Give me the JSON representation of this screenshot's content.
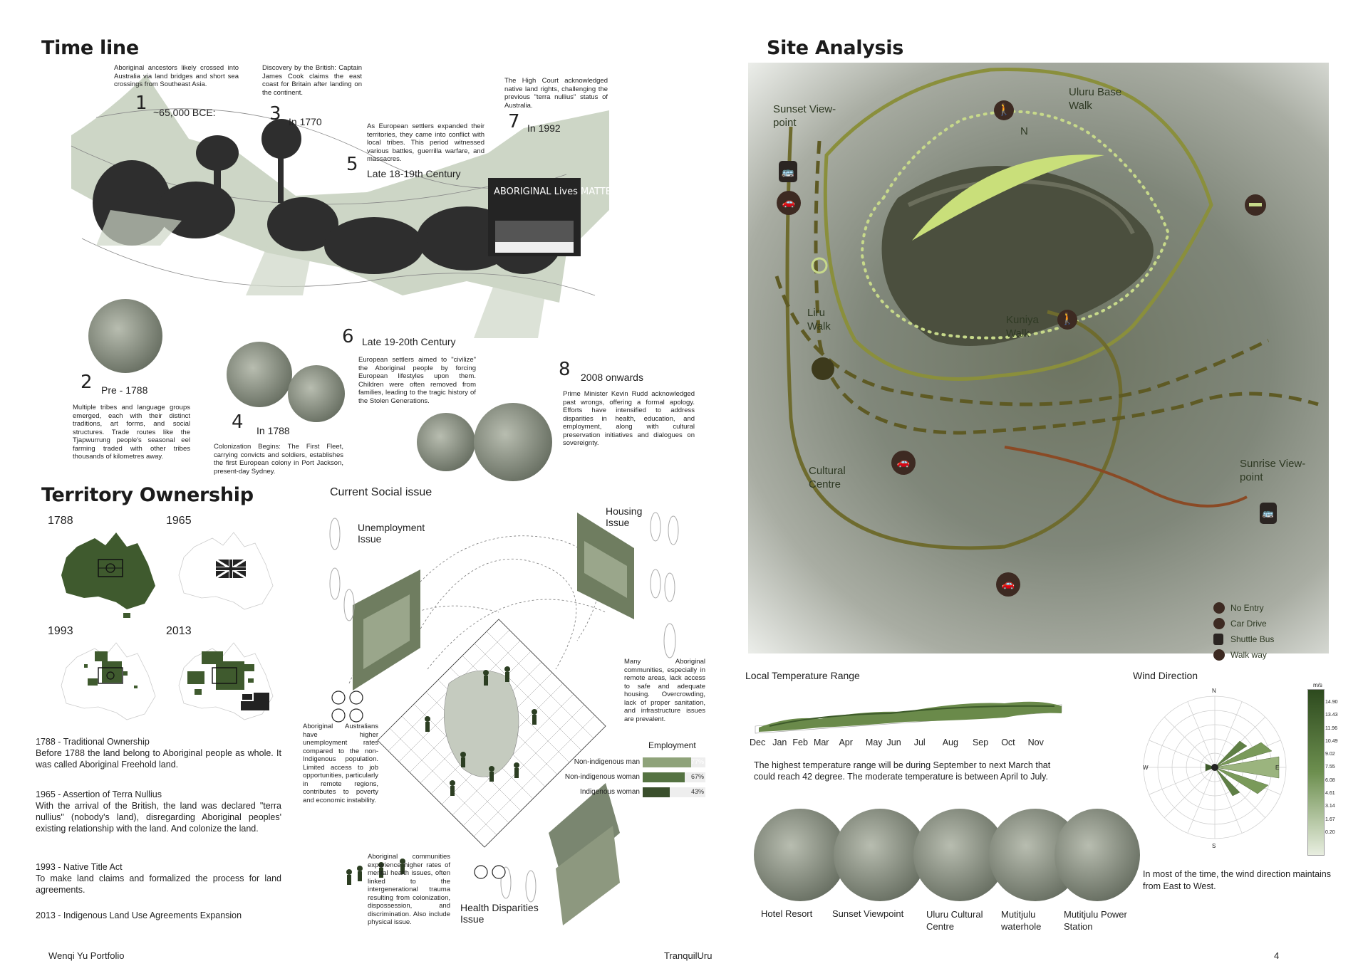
{
  "timeline": {
    "title": "Time line",
    "events": [
      {
        "num": "1",
        "era": "~65,000 BCE:",
        "text": "Aboriginal ancestors likely crossed into Australia via land bridges and short sea crossings from Southeast Asia."
      },
      {
        "num": "2",
        "era": "Pre - 1788",
        "text": "Multiple tribes and language groups emerged, each with their distinct traditions, art forms, and social structures. Trade routes like the Tjapwurrung people's seasonal eel farming traded with other tribes thousands of kilometres away."
      },
      {
        "num": "3",
        "era": "In 1770",
        "text": "Discovery by the British: Captain James Cook claims the east coast for Britain after landing on the continent."
      },
      {
        "num": "4",
        "era": "In 1788",
        "text": "Colonization Begins: The First Fleet, carrying convicts and soldiers, establishes the first European colony in Port Jackson, present-day Sydney."
      },
      {
        "num": "5",
        "era": "Late 18-19th Century",
        "text": "As European settlers expanded their territories, they came into conflict with local tribes. This period witnessed various battles, guerrilla warfare, and massacres."
      },
      {
        "num": "6",
        "era": "Late 19-20th Century",
        "text": "European settlers aimed to \"civilize\" the Aboriginal people by forcing European lifestyles upon them. Children were often removed from families, leading to the tragic history of the Stolen Generations."
      },
      {
        "num": "7",
        "era": "In 1992",
        "text": "The High Court acknowledged native land rights, challenging the previous \"terra nullius\" status of Australia."
      },
      {
        "num": "8",
        "era": "2008 onwards",
        "text": "Prime Minister Kevin Rudd acknowledged past wrongs, offering a formal apology. Efforts have intensified to address disparities in health, education, and employment, along with cultural preservation initiatives and dialogues on sovereignty."
      }
    ],
    "sign_text": "ABORIGINAL Lives MATTER"
  },
  "territory": {
    "title": "Territory Ownership",
    "years": [
      "1788",
      "1965",
      "1993",
      "2013"
    ],
    "items": [
      {
        "heading": "1788 - Traditional Ownership",
        "body": "Before 1788 the land belong to Aboriginal people as whole. It was called Aboriginal Freehold land."
      },
      {
        "heading": "1965 - Assertion of Terra Nullius",
        "body": "With the arrival of the British, the land was declared \"terra nullius\" (nobody's land), disregarding Aboriginal peoples' existing relationship with the land. And colonize the land."
      },
      {
        "heading": "1993 - Native Title Act",
        "body": "To make land claims and formalized the process for land agreements."
      },
      {
        "heading": "2013 - Indigenous Land Use Agreements Expansion",
        "body": ""
      }
    ]
  },
  "social": {
    "title": "Current Social issue",
    "unemployment": {
      "label": "Unemployment Issue",
      "text": "Aboriginal Australians have higher unemployment rates compared to the non-Indigenous population. Limited access to job opportunities, particularly in remote regions, contributes to poverty and economic instability."
    },
    "housing": {
      "label": "Housing Issue",
      "text": "Many Aboriginal communities, especially in remote areas, lack access to safe and adequate housing. Overcrowding, lack of proper sanitation, and infrastructure issues are prevalent."
    },
    "health": {
      "label": "Health Disparities Issue",
      "text": "Aboriginal communities experience higher rates of mental health issues, often linked to the intergenerational trauma resulting from colonization, dispossession, and discrimination. Also include physical issue."
    },
    "employment": {
      "title": "Employment",
      "rows": [
        {
          "label": "Non-indigenous man",
          "value": "77%",
          "pct": 77
        },
        {
          "label": "Non-indigenous woman",
          "value": "67%",
          "pct": 67
        },
        {
          "label": "Indigenous woman",
          "value": "43%",
          "pct": 43
        }
      ]
    }
  },
  "site": {
    "title": "Site Analysis",
    "labels": {
      "sunset": "Sunset View-point",
      "base_walk": "Uluru Base Walk",
      "liru": "Liru Walk",
      "kuniya": "Kuniya Walk",
      "cultural": "Cultural Centre",
      "sunrise": "Sunrise View-point",
      "north": "N"
    },
    "legend": [
      {
        "icon": "no-entry",
        "label": "No Entry"
      },
      {
        "icon": "car",
        "label": "Car Drive"
      },
      {
        "icon": "bus",
        "label": "Shuttle Bus"
      },
      {
        "icon": "walk",
        "label": "Walk way"
      }
    ]
  },
  "temperature": {
    "title": "Local Temperature Range",
    "months": [
      "Dec",
      "Jan",
      "Feb",
      "Mar",
      "Apr",
      "May",
      "Jun",
      "Jul",
      "Aug",
      "Sep",
      "Oct",
      "Nov"
    ],
    "text": "The highest temperature range will be during September to next March that could reach 42 degree. The moderate temperature is between April to July."
  },
  "wind": {
    "title": "Wind Direction",
    "unit": "m/s",
    "scale": [
      "14.90",
      "13.43",
      "11.96",
      "10.49",
      "9.02",
      "7.55",
      "6.08",
      "4.61",
      "3.14",
      "1.67",
      "0.20"
    ],
    "compass": [
      "N",
      "E",
      "S",
      "W"
    ],
    "text": "In most of the time, the wind direction maintains from East to West."
  },
  "places": [
    "Hotel Resort",
    "Sunset Viewpoint",
    "Uluru Cultural Centre",
    "Mutitjulu waterhole",
    "Mutitjulu Power Station"
  ],
  "footer": {
    "left": "Wenqi Yu Portfolio",
    "center": "TranquilUru",
    "right": "4"
  },
  "colors": {
    "accent": "#5a7a3a",
    "lightgreen": "#c7d98a",
    "path": "#8a8f3c",
    "road": "#5e5a24",
    "brown": "#8a4a25"
  }
}
